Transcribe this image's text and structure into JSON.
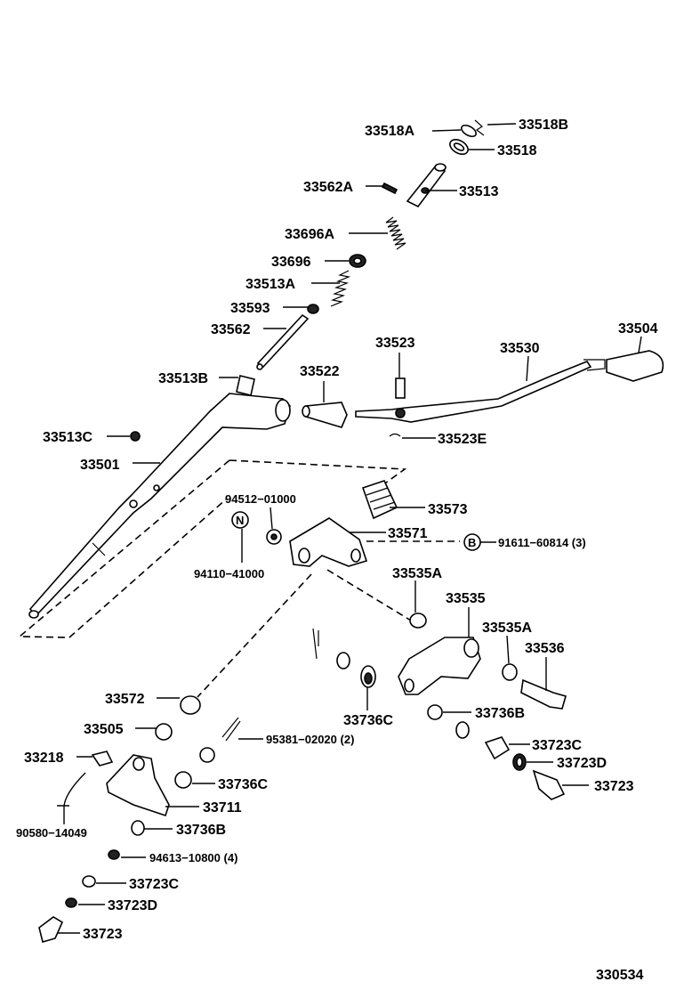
{
  "diagram_number": "330534",
  "callouts": {
    "p33518A": "33518A",
    "p33518B": "33518B",
    "p33518": "33518",
    "p33562A": "33562A",
    "p33513": "33513",
    "p33696A": "33696A",
    "p33696": "33696",
    "p33513A": "33513A",
    "p33593": "33593",
    "p33562": "33562",
    "p33523": "33523",
    "p33530": "33530",
    "p33504": "33504",
    "p33513B": "33513B",
    "p33522": "33522",
    "p33513C": "33513C",
    "p33523E": "33523E",
    "p33501": "33501",
    "p94512": "94512−01000",
    "p33573": "33573",
    "p33571": "33571",
    "p91611": "91611−60814 (3)",
    "p94110": "94110−41000",
    "p33535A_top": "33535A",
    "p33535": "33535",
    "p33535A_right": "33535A",
    "p33536": "33536",
    "p33572": "33572",
    "p33736C_mid": "33736C",
    "p33736B_mid": "33736B",
    "p33505": "33505",
    "p95381": "95381−02020 (2)",
    "p33723C_right": "33723C",
    "p33218": "33218",
    "p33736C_left": "33736C",
    "p33723D_right": "33723D",
    "p33723_right": "33723",
    "p33711": "33711",
    "p90580": "90580−14049",
    "p33736B_left": "33736B",
    "p94613": "94613−10800 (4)",
    "p33723C_left": "33723C",
    "p33723D_left": "33723D",
    "p33723_left": "33723"
  },
  "symbols": {
    "n_mark": "N",
    "b_mark": "B"
  }
}
